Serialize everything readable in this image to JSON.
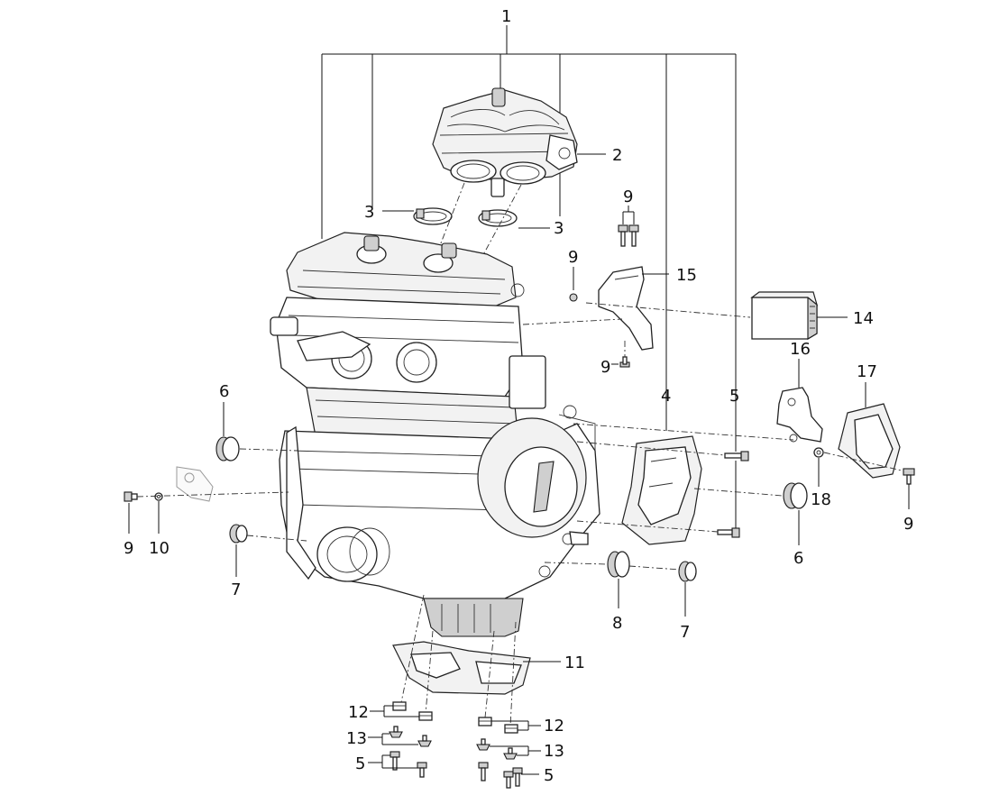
{
  "diagram": {
    "callouts": [
      {
        "id": "c1",
        "label": "1"
      },
      {
        "id": "c2",
        "label": "2"
      },
      {
        "id": "c3a",
        "label": "3"
      },
      {
        "id": "c3b",
        "label": "3"
      },
      {
        "id": "c4",
        "label": "4"
      },
      {
        "id": "c5a",
        "label": "5"
      },
      {
        "id": "c5b",
        "label": "5"
      },
      {
        "id": "c5c",
        "label": "5"
      },
      {
        "id": "c6a",
        "label": "6"
      },
      {
        "id": "c6b",
        "label": "6"
      },
      {
        "id": "c7a",
        "label": "7"
      },
      {
        "id": "c7b",
        "label": "7"
      },
      {
        "id": "c8",
        "label": "8"
      },
      {
        "id": "c9a",
        "label": "9"
      },
      {
        "id": "c9b",
        "label": "9"
      },
      {
        "id": "c9c",
        "label": "9"
      },
      {
        "id": "c9d",
        "label": "9"
      },
      {
        "id": "c9e",
        "label": "9"
      },
      {
        "id": "c10",
        "label": "10"
      },
      {
        "id": "c11",
        "label": "11"
      },
      {
        "id": "c12a",
        "label": "12"
      },
      {
        "id": "c12b",
        "label": "12"
      },
      {
        "id": "c13a",
        "label": "13"
      },
      {
        "id": "c13b",
        "label": "13"
      },
      {
        "id": "c14",
        "label": "14"
      },
      {
        "id": "c15",
        "label": "15"
      },
      {
        "id": "c16",
        "label": "16"
      },
      {
        "id": "c17",
        "label": "17"
      },
      {
        "id": "c18",
        "label": "18"
      }
    ]
  }
}
